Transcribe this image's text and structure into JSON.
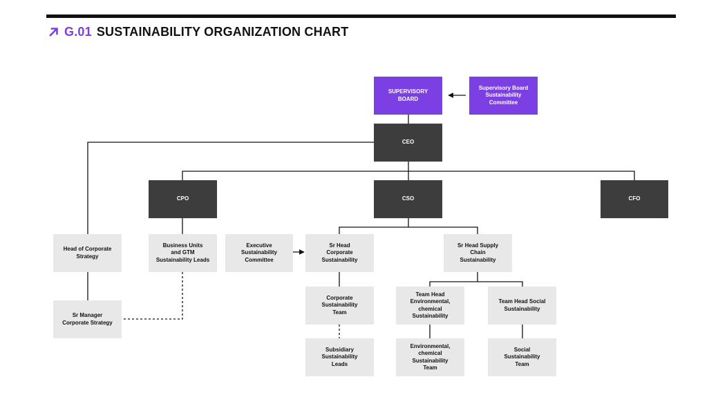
{
  "header": {
    "code": "G.01",
    "title": "SUSTAINABILITY ORGANIZATION CHART"
  },
  "colors": {
    "accent": "#7b3fe4",
    "dark_box": "#3d3d3d",
    "light_box": "#e8e8e8",
    "line": "#111111"
  },
  "nodes": {
    "supervisory_board": "SUPERVISORY\nBOARD",
    "sb_committee": "Supervisory Board\nSustainability\nCommittee",
    "ceo": "CEO",
    "cpo": "CPO",
    "cso": "CSO",
    "cfo": "CFO",
    "head_corp_strategy": "Head of Corporate\nStrategy",
    "bu_gtm_leads": "Business Units\nand GTM\nSustainability Leads",
    "exec_committee": "Executive\nSustainability\nCommittee",
    "sr_head_corp": "Sr Head\nCorporate\nSustainability",
    "sr_head_supply": "Sr Head Supply\nChain\nSustainability",
    "sr_manager_strategy": "Sr Manager\nCorporate Strategy",
    "corp_team": "Corporate\nSustainability\nTeam",
    "team_head_env": "Team Head\nEnvironmental,\nchemical\nSustainability",
    "team_head_social": "Team Head Social\nSustainability",
    "subsidiary_leads": "Subsidiary\nSustainability\nLeads",
    "env_team": "Environmental,\nchemical\nSustainability\nTeam",
    "social_team": "Social\nSustainability\nTeam"
  }
}
